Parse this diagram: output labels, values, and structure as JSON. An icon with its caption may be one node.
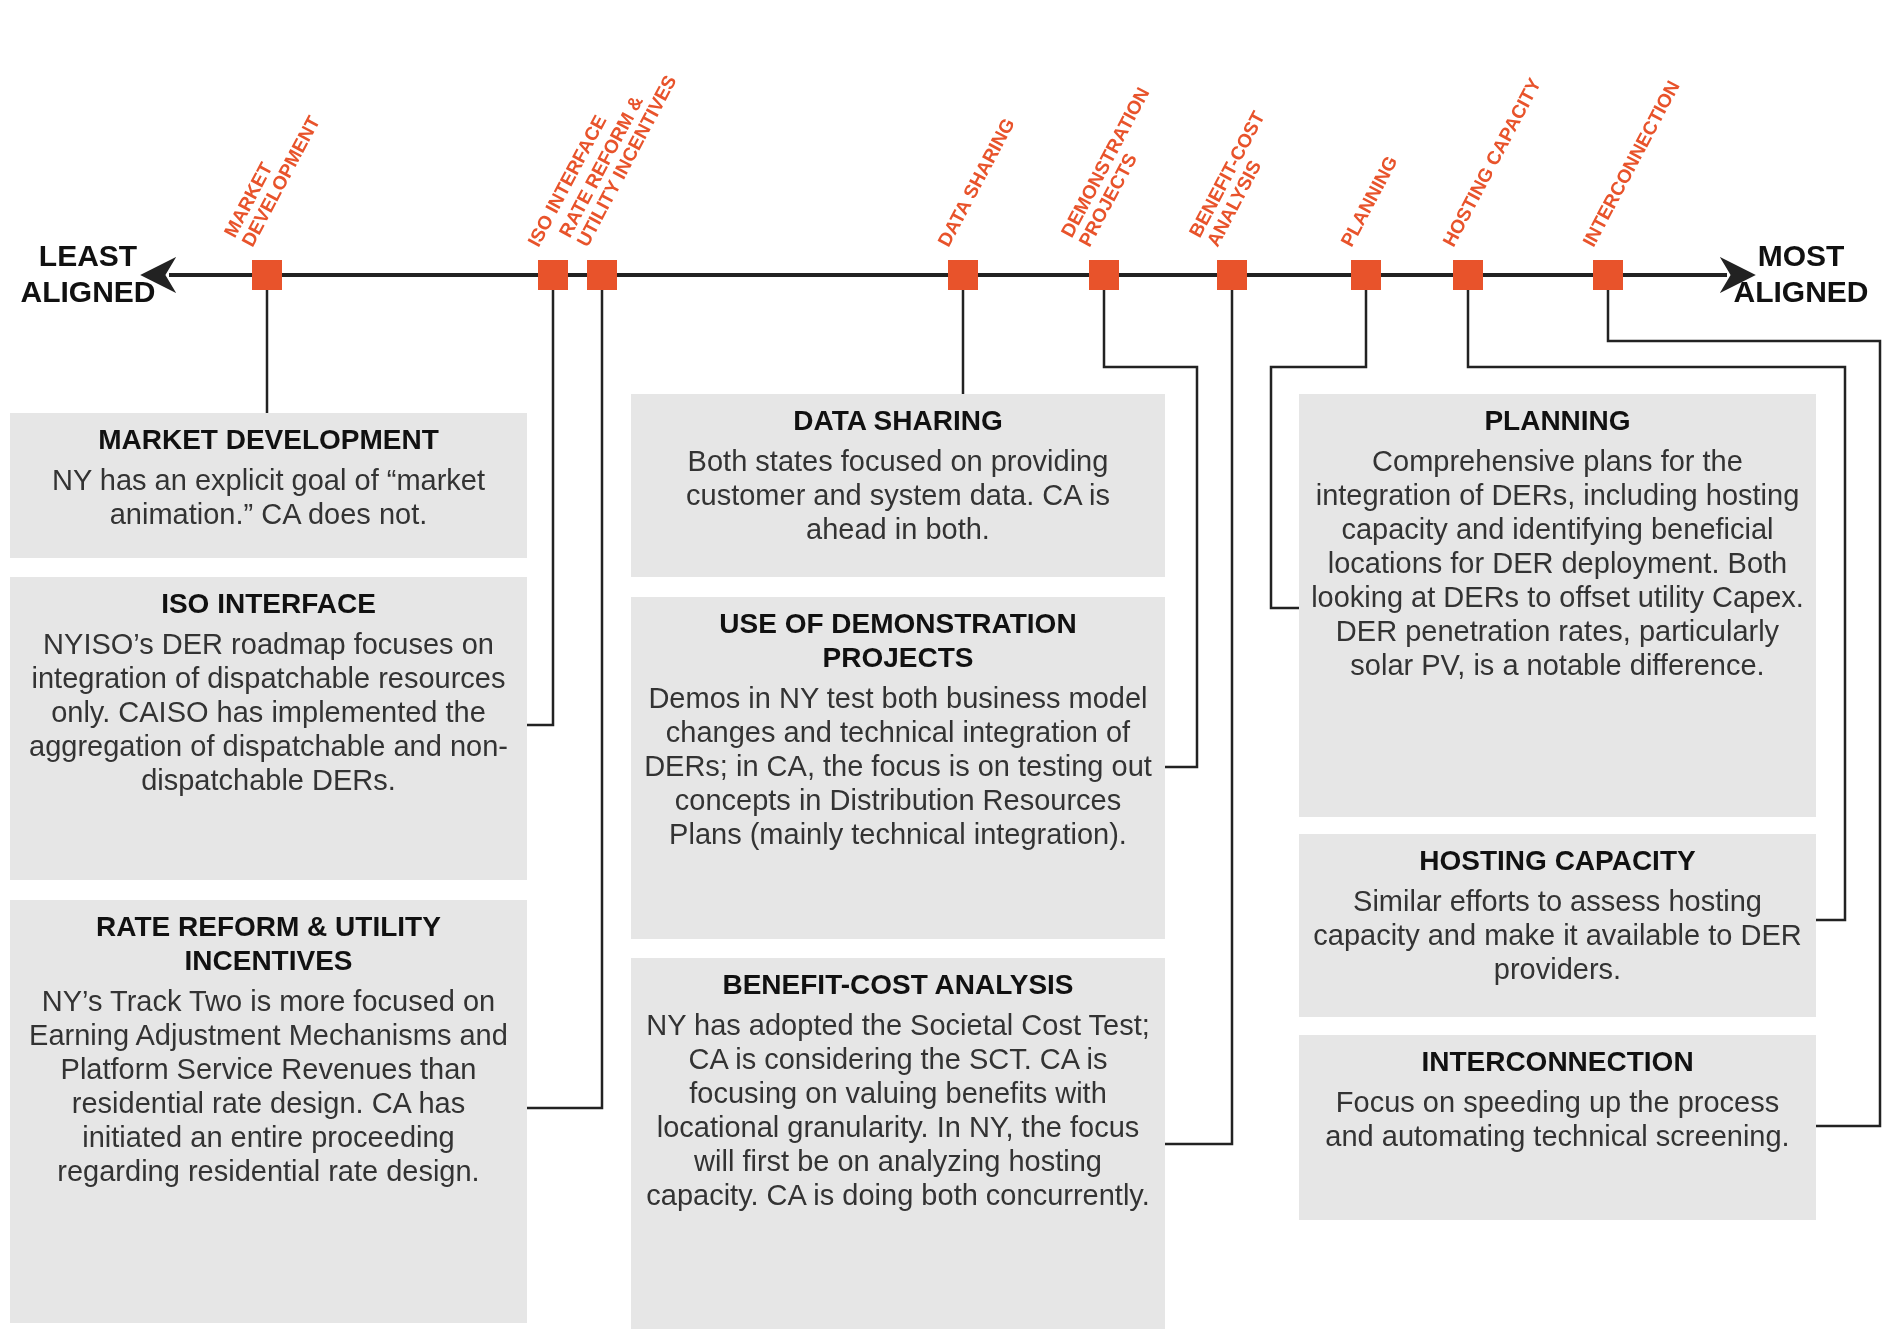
{
  "diagram": {
    "nodes": [
      {
        "text": [
          "MARKET DEVELOPMENT"
        ]
      },
      {
        "text": [
          "ISO INTERFACE"
        ]
      },
      {
        "text": [
          "RATE REFORM & UTILITY INCENTIVES"
        ]
      },
      {
        "text": [
          "DATA SHARING"
        ]
      },
      {
        "text": [
          "DEMONSTRATION PROJECTS"
        ]
      },
      {
        "text": [
          "BENEFIT-COST ANALYSIS"
        ]
      },
      {
        "text": [
          "PLANNING"
        ]
      },
      {
        "text": [
          "HOSTING CAPACITY"
        ]
      },
      {
        "text": [
          "INTERCONNECTION"
        ]
      },
      {
        "text": [
          "MARKET DEVELOPMENT",
          "NY has an explicit goal of “market animation.” CA does not."
        ]
      },
      {
        "text": [
          "ISO INTERFACE",
          "NYISO’s DER roadmap focuses on integration of dispatchable resources only. CAISO has implemented the aggregation of dispatchable and non-dispatchable DERs."
        ]
      },
      {
        "text": [
          "RATE REFORM & UTILITY INCENTIVES",
          "NY’s Track Two is more focused on Earning Adjustment Mechanisms and Platform Service Revenues than residential rate design. CA has initiated an entire proceeding regarding residential rate design."
        ]
      },
      {
        "text": [
          "DATA SHARING",
          "Both states focused on providing customer and system data. CA is ahead in both."
        ]
      },
      {
        "text": [
          "USE OF DEMONSTRATION PROJECTS",
          "Demos in NY test both business model changes and technical integration of DERs; in CA, the focus is on testing out concepts in Distribution Resources Plans (mainly technical integration)."
        ]
      },
      {
        "text": [
          "BENEFIT-COST ANALYSIS",
          "NY has adopted the Societal Cost Test; CA is considering the SCT. CA is focusing on valuing benefits with locational granularity. In NY, the focus will first be on analyzing hosting capacity. CA is doing both concurrently."
        ]
      },
      {
        "text": [
          "PLANNING",
          "Comprehensive plans for the integration of DERs, including hosting capacity and identifying beneficial locations for DER deployment. Both looking at DERs to offset utility Capex. DER penetration rates, particularly solar PV, is a notable difference."
        ]
      },
      {
        "text": [
          "HOSTING CAPACITY",
          "Similar efforts to assess hosting capacity and make it available to DER providers."
        ]
      },
      {
        "text": [
          "INTERCONNECTION",
          "Focus on speeding up the process and automating technical screening."
        ]
      }
    ],
    "edges": [
      {
        "from": 9,
        "to": 0,
        "arrow": "none"
      },
      {
        "from": 10,
        "to": 1,
        "arrow": "none"
      },
      {
        "from": 11,
        "to": 2,
        "arrow": "none"
      },
      {
        "from": 12,
        "to": 3,
        "arrow": "none"
      },
      {
        "from": 13,
        "to": 4,
        "arrow": "none"
      },
      {
        "from": 14,
        "to": 5,
        "arrow": "none"
      },
      {
        "from": 15,
        "to": 6,
        "arrow": "none"
      },
      {
        "from": 16,
        "to": 7,
        "arrow": "none"
      },
      {
        "from": 17,
        "to": 8,
        "arrow": "none"
      }
    ],
    "labels": [
      "LEAST ALIGNED",
      "MOST ALIGNED"
    ]
  }
}
